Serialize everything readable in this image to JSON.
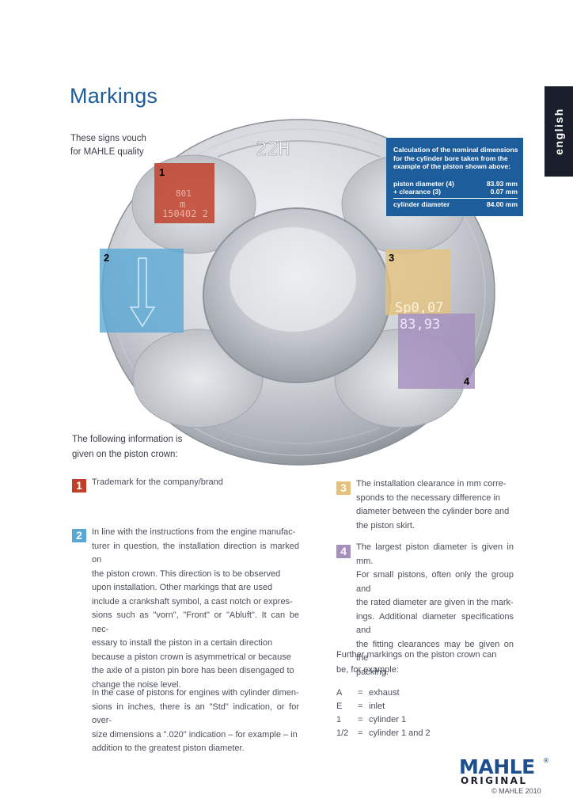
{
  "page": {
    "title": "Markings",
    "language_tab": "english",
    "vouch_line1": "These signs vouch",
    "vouch_line2": "for MAHLE quality"
  },
  "calculation_box": {
    "head_line1": "Calculation of the nominal dimensions",
    "head_line2": "for the cylinder bore taken from the",
    "head_line3": "example of the piston shown above:",
    "rows": [
      {
        "label": "piston diameter (4)",
        "value": "83.93 mm"
      },
      {
        "label": "+ clearance (3)",
        "value": "0.07 mm"
      },
      {
        "label": "cylinder diameter",
        "value": "84.00 mm"
      }
    ]
  },
  "piston_markings": {
    "top_engraving": "22H",
    "mark1_number": "1",
    "mark1_line1": "801",
    "mark1_line2": "m",
    "mark1_line3": "150402 2",
    "mark2_number": "2",
    "mark3_number": "3",
    "mark3_text": "Sp0,07",
    "mark4_number": "4",
    "mark4_text": "83,93"
  },
  "colors": {
    "mark1": "#c1402a",
    "mark2": "#5aa7d4",
    "mark3": "#e4c27c",
    "mark4": "#a58fbd",
    "title_blue": "#1d5d9c"
  },
  "intro_line1": "The following information is",
  "intro_line2": "given on the piston crown:",
  "items": [
    {
      "number": "1",
      "lines": [
        "Trademark for the company/brand"
      ]
    },
    {
      "number": "2",
      "lines": [
        "In line with the instructions from the engine manufac-",
        "turer in question, the installation direction is marked on",
        "the piston crown. This direction is to be observed",
        "upon installation. Other markings that are used",
        "include a crankshaft symbol, a cast notch or expres-",
        "sions such as \"vorn\", \"Front\" or \"Abluft\". It can be nec-",
        "essary to install the piston in a certain direction",
        "because a piston crown is asymmetrical or because",
        "the axle of a piston pin bore has been disengaged to",
        "change the noise level."
      ]
    },
    {
      "number": "3",
      "lines": [
        "The installation clearance in mm corre-",
        "sponds to the necessary difference in",
        "diameter between the cylinder bore and",
        "the piston skirt."
      ]
    },
    {
      "number": "4",
      "lines": [
        "The largest piston diameter is given in mm.",
        "For small pistons, often only the group and",
        "the rated diameter are given in the mark-",
        "ings. Additional diameter specifications and",
        "the fitting clearances may be given on the",
        "packing."
      ]
    }
  ],
  "inches_paragraph": [
    "In the case of pistons for engines with cylinder dimen-",
    "sions in inches, there is an \"Std\" indication, or for over-",
    "size dimensions a \".020\" indication – for example – in",
    "addition to the greatest piston diameter."
  ],
  "further_line1": "Further markings on the piston crown can",
  "further_line2": "be, for example:",
  "examples": [
    {
      "code": "A",
      "eq": "=",
      "meaning": "exhaust"
    },
    {
      "code": "E",
      "eq": "=",
      "meaning": "inlet"
    },
    {
      "code": "1",
      "eq": "=",
      "meaning": "cylinder 1"
    },
    {
      "code": "1/2",
      "eq": "=",
      "meaning": "cylinder 1 and 2"
    }
  ],
  "logo": {
    "word1": "MAHLE",
    "word2": "ORIGINAL",
    "registered": "®"
  },
  "copyright": "© MAHLE 2010"
}
